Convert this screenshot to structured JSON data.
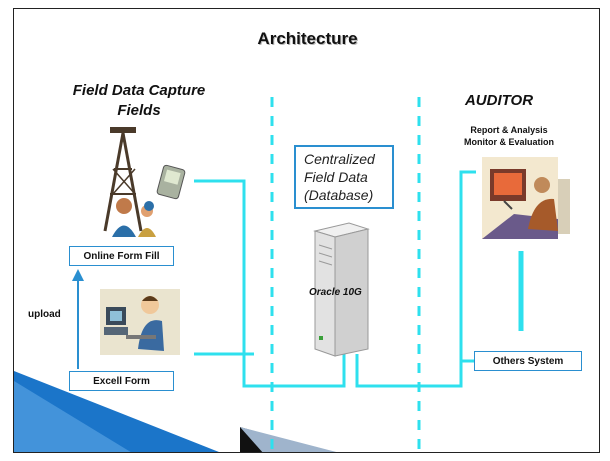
{
  "title": "Architecture",
  "field_capture": {
    "heading_line1": "Field Data Capture",
    "heading_line2": "Fields",
    "online_form": "Online Form Fill",
    "excel_form": "Excell Form",
    "upload_label": "upload"
  },
  "database": {
    "line1": "Centralized",
    "line2": "Field Data",
    "line3": "(Database)",
    "server_label": "Oracle 10G"
  },
  "auditor": {
    "heading": "AUDITOR",
    "sub_line1": "Report & Analysis",
    "sub_line2": "Monitor & Evaluation",
    "others_system": "Others System"
  },
  "colors": {
    "connector": "#2ee0ee",
    "box_border": "#2a8fd0",
    "accent_blue": "#1b75c9"
  }
}
